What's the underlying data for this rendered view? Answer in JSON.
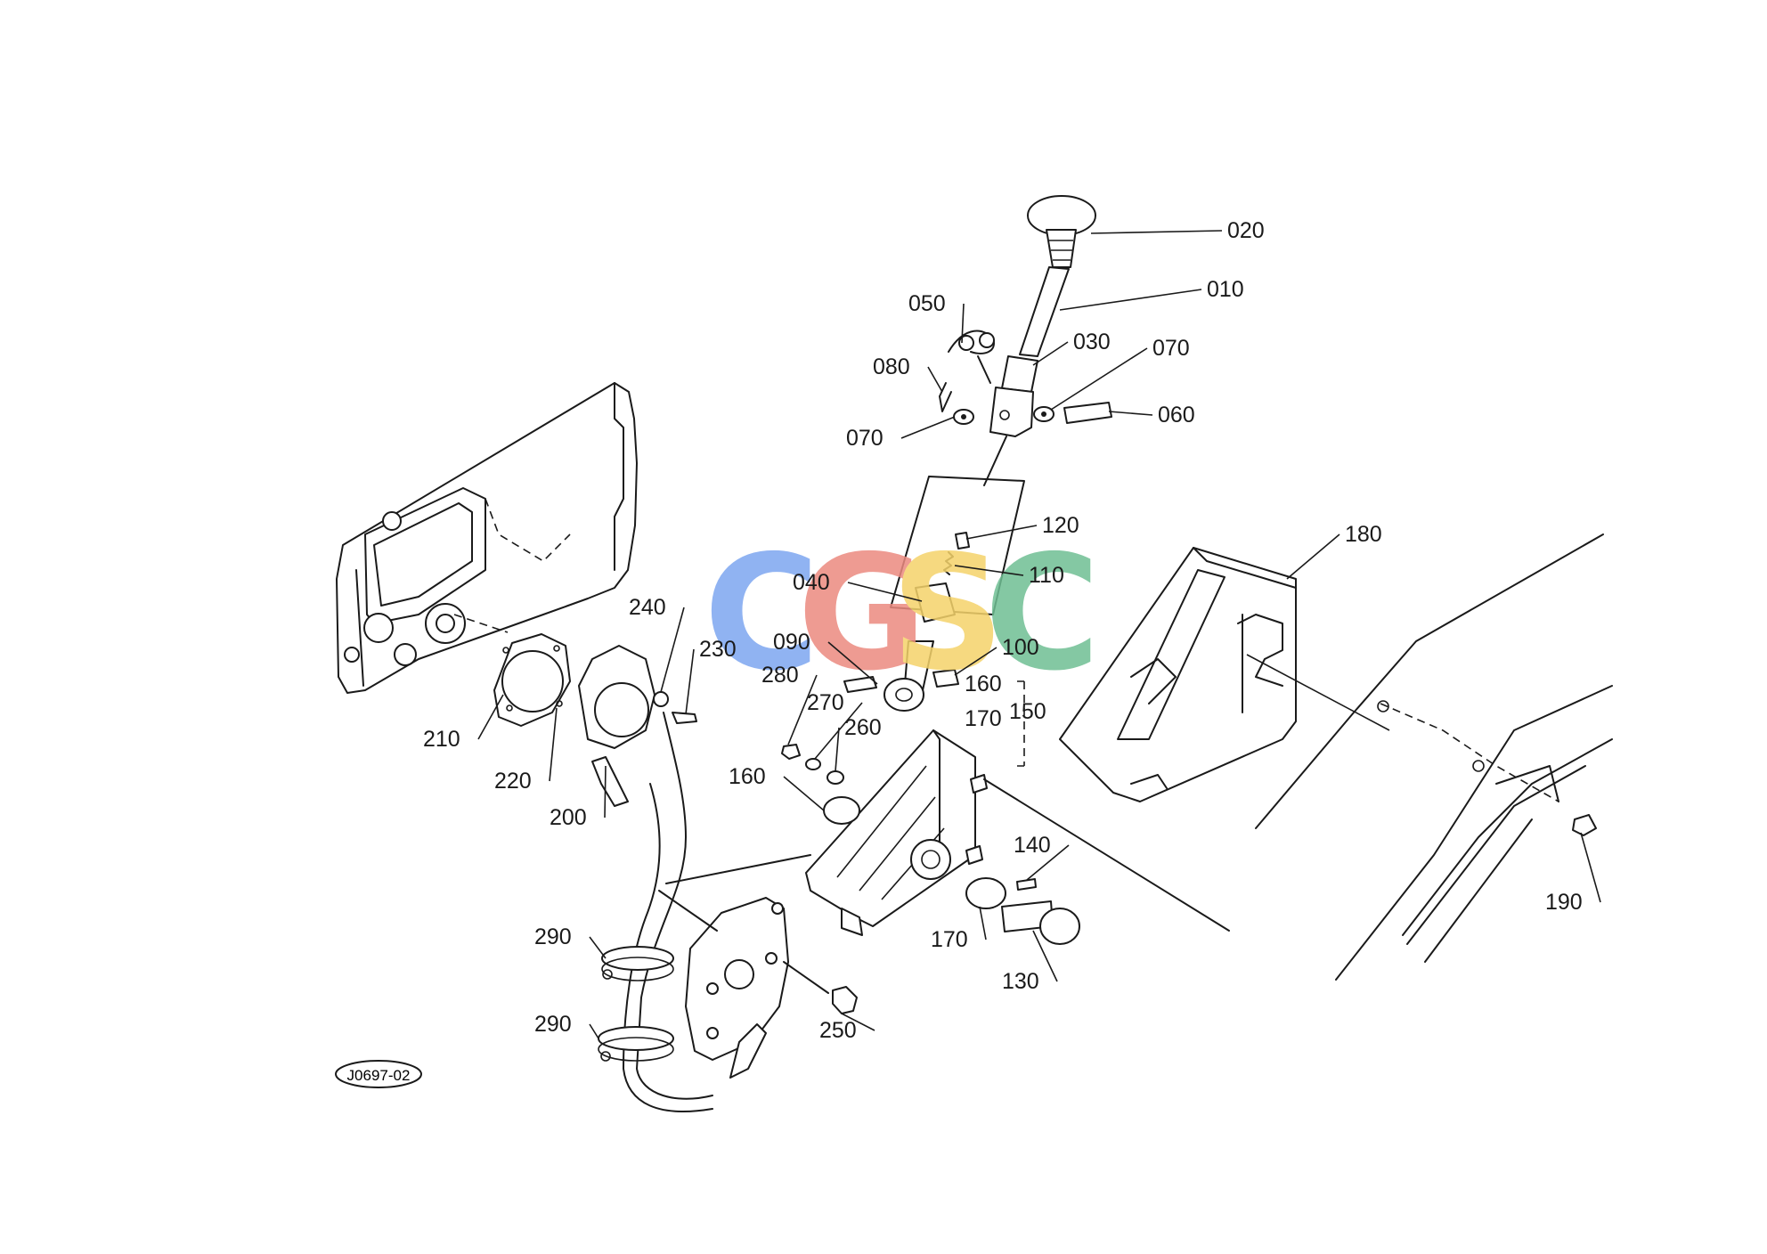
{
  "diagram": {
    "drawing_code": "J0697-02",
    "watermark": {
      "text": "CGSC",
      "colors": [
        "#7da6f0",
        "#ec8a80",
        "#f5d36a",
        "#6fbf93"
      ]
    },
    "part_labels": [
      "020",
      "010",
      "050",
      "030",
      "070",
      "080",
      "060",
      "070",
      "120",
      "180",
      "110",
      "040",
      "090",
      "100",
      "240",
      "230",
      "160",
      "280",
      "270",
      "170",
      "150",
      "260",
      "210",
      "220",
      "160",
      "200",
      "140",
      "190",
      "170",
      "290",
      "130",
      "250",
      "290"
    ]
  }
}
